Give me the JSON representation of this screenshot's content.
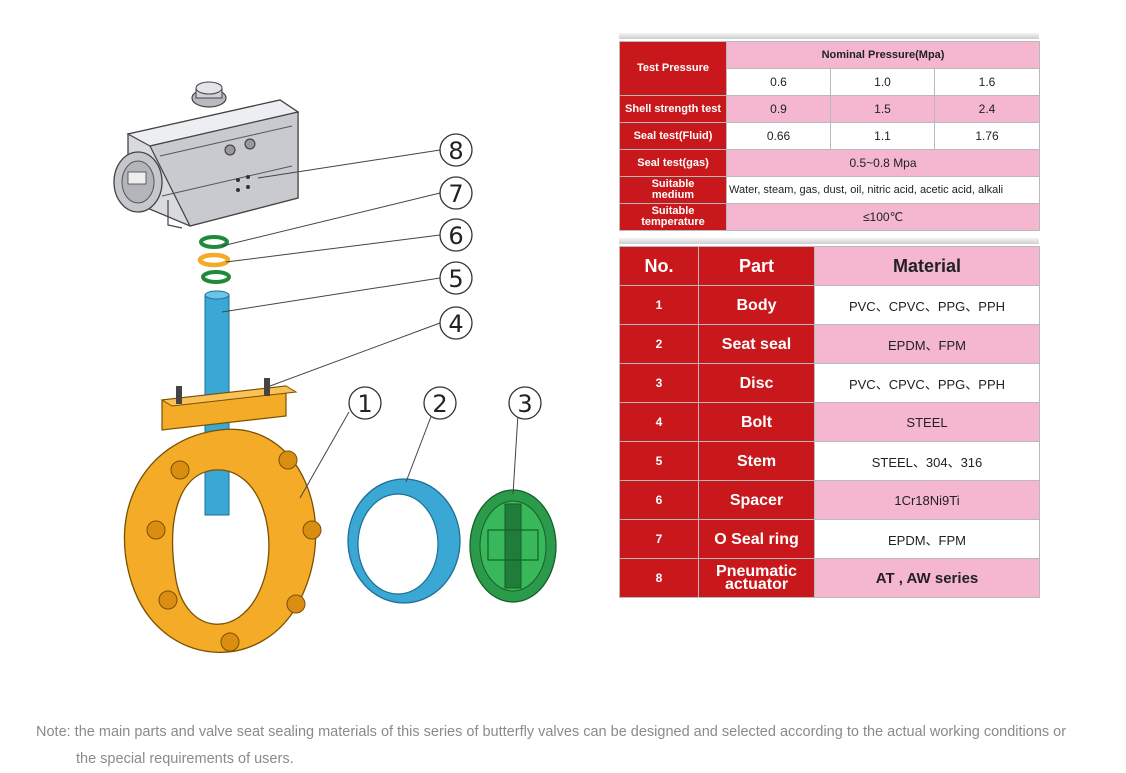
{
  "diagram": {
    "callouts": [
      "8",
      "7",
      "6",
      "5",
      "4",
      "1",
      "2",
      "3"
    ]
  },
  "pressure_table": {
    "test_pressure": "Test Pressure",
    "nominal": "Nominal Pressure(Mpa)",
    "nominal_values": [
      "0.6",
      "1.0",
      "1.6"
    ],
    "rows": [
      {
        "label": "Shell strength test",
        "values": [
          "0.9",
          "1.5",
          "2.4"
        ]
      },
      {
        "label": "Seal test(Fluid)",
        "values": [
          "0.66",
          "1.1",
          "1.76"
        ]
      }
    ],
    "gas_label": "Seal test(gas)",
    "gas_value": "0.5~0.8 Mpa",
    "medium_label_1": "Suitable",
    "medium_label_2": "medium",
    "medium_value": "Water, steam, gas, dust, oil, nitric acid, acetic acid, alkali",
    "temp_label_1": "Suitable",
    "temp_label_2": "temperature",
    "temp_value": "≤100℃"
  },
  "materials_table": {
    "headers": [
      "No.",
      "Part",
      "Material"
    ],
    "rows": [
      {
        "no": "1",
        "part": "Body",
        "material": "PVC、CPVC、PPG、PPH"
      },
      {
        "no": "2",
        "part": "Seat seal",
        "material": "EPDM、FPM"
      },
      {
        "no": "3",
        "part": "Disc",
        "material": "PVC、CPVC、PPG、PPH"
      },
      {
        "no": "4",
        "part": "Bolt",
        "material": "STEEL"
      },
      {
        "no": "5",
        "part": "Stem",
        "material": "STEEL、304、316"
      },
      {
        "no": "6",
        "part": "Spacer",
        "material": "1Cr18Ni9Ti"
      },
      {
        "no": "7",
        "part": "O Seal ring",
        "material": "EPDM、FPM"
      },
      {
        "no": "8",
        "part": "Pneumatic actuator",
        "material": "AT , AW series"
      }
    ]
  },
  "note": {
    "line1": "Note: the main parts and valve seat sealing materials of this series of butterfly valves can be designed and selected according to the actual working conditions or",
    "line2": "the special requirements of users."
  },
  "colors": {
    "red": "#c8181c",
    "pink": "#f5b6cf",
    "body_orange": "#f4ab27",
    "seat_blue": "#3ba7d4",
    "disc_green": "#2b9a4a"
  }
}
